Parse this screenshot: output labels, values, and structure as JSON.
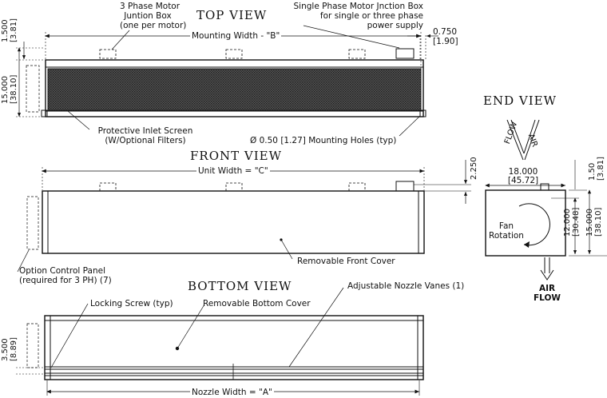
{
  "views": {
    "top": "TOP VIEW",
    "front": "FRONT VIEW",
    "bottom": "BOTTOM VIEW",
    "end": "END VIEW"
  },
  "callouts": {
    "motor_3ph": [
      "3 Phase Motor",
      "Juntion Box",
      "(one per motor)"
    ],
    "motor_1ph": [
      "Single Phase Motor Jnction Box",
      "for single or three phase",
      "power supply"
    ],
    "inlet_screen": [
      "Protective Inlet Screen",
      "(W/Optional Filters)"
    ],
    "mounting_holes": "Ø 0.50 [1.27] Mounting Holes (typ)",
    "front_cover": "Removable Front Cover",
    "option_panel": [
      "Option Control Panel",
      "(required for 3 PH) (7)"
    ],
    "nozzle_vanes": "Adjustable Nozzle Vanes (1)",
    "locking_screw": "Locking Screw (typ)",
    "bottom_cover": "Removable Bottom Cover",
    "fan_rotation": [
      "Fan",
      "Rotation"
    ],
    "flow_in_left": "FLOW",
    "flow_in_right": "AIR",
    "air_flow_out": [
      "AIR",
      "FLOW"
    ]
  },
  "dimensions": {
    "mounting_width": "Mounting Width - \"B\"",
    "unit_width": "Unit Width = \"C\"",
    "nozzle_width": "Nozzle Width = \"A\"",
    "top_1500": "1.500",
    "top_381": "[3.81]",
    "top_15000": "15.000",
    "top_3810": "[38.10]",
    "right_0750": "0.750",
    "right_190": "[1.90]",
    "front_2250": "2.250",
    "bottom_3500": "3.500",
    "bottom_889": "[8.89]",
    "end_18000": "18.000",
    "end_4572": "[45.72]",
    "end_150": "1.50",
    "end_381": "[3.81]",
    "end_12000": "12.000",
    "end_3048": "[30.48]",
    "end_15000": "15.000",
    "end_3810": "[38.10]"
  }
}
